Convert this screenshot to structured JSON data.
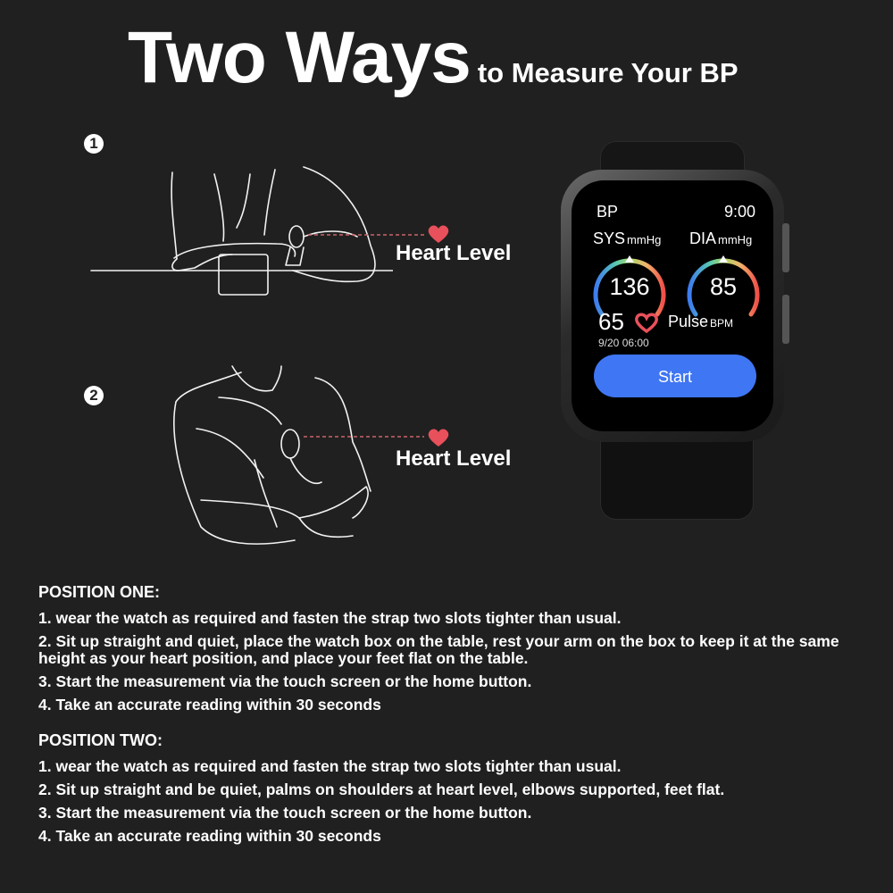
{
  "header": {
    "title_big": "Two Ways",
    "title_small": "to Measure Your BP"
  },
  "positions": [
    {
      "badge": "1",
      "label": "Heart Level",
      "illustration": "seated-arm-on-box"
    },
    {
      "badge": "2",
      "label": "Heart Level",
      "illustration": "palm-on-shoulder"
    }
  ],
  "colors": {
    "background": "#202020",
    "heart": "#e8505b",
    "start_button": "#3f76f3",
    "text": "#ffffff"
  },
  "watch": {
    "screen_title": "BP",
    "time": "9:00",
    "sys": {
      "label": "SYS",
      "unit": "mmHg",
      "value": "136"
    },
    "dia": {
      "label": "DIA",
      "unit": "mmHg",
      "value": "85"
    },
    "pulse": {
      "value": "65",
      "label": "Pulse",
      "unit": "BPM"
    },
    "date": "9/20 06:00",
    "start_label": "Start"
  },
  "instructions": {
    "position_one": {
      "heading": "POSITION ONE:",
      "steps": [
        "1. wear the watch as required and fasten the strap two slots tighter than usual.",
        "2. Sit up straight and quiet, place the watch box on the table, rest your arm on the box to keep it at the same height as your heart position, and place your feet flat on the table.",
        "3. Start the measurement via the touch screen or the home button.",
        "4. Take an accurate reading within 30 seconds"
      ]
    },
    "position_two": {
      "heading": "POSITION TWO:",
      "steps": [
        "1. wear the watch as required and fasten the strap two slots tighter than usual.",
        "2. Sit up straight and be quiet, palms on shoulders at heart level, elbows supported, feet flat.",
        "3. Start the measurement via the touch screen or the home button.",
        "4. Take an accurate reading within 30 seconds"
      ]
    }
  }
}
